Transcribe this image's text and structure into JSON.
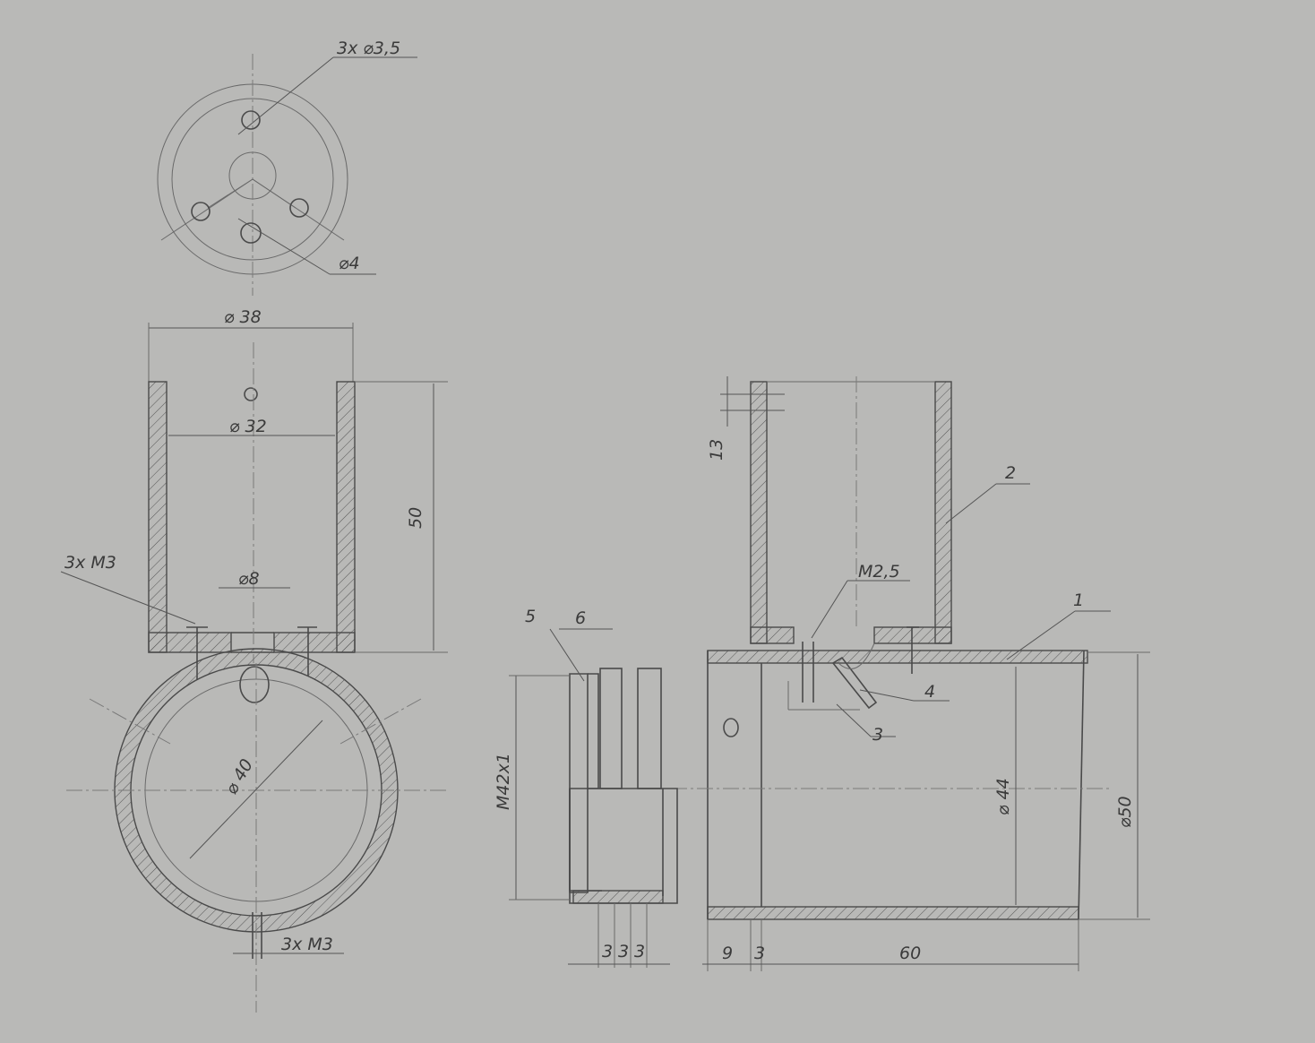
{
  "colors": {
    "paper": "#b9b9b7",
    "pencil": "#4a4a4a"
  },
  "labels": {
    "holes_3x35": "3x ⌀3,5",
    "hole_4": "⌀4",
    "dia_38": "⌀ 38",
    "dia_32": "⌀ 32",
    "len_50": "50",
    "dia_8": "⌀8",
    "thread_3xm3_top": "3x M3",
    "dia_40": "⌀ 40",
    "thread_3xm3_bottom": "3x M3",
    "m2_5": "M2,5",
    "dim_13": "13",
    "part_1": "1",
    "part_2": "2",
    "part_3": "3",
    "part_4": "4",
    "part_5": "5",
    "dim_6": "6",
    "thread_m42": "M42x1",
    "dim_3a": "3",
    "dim_3b": "3",
    "dim_3c": "3",
    "dim_9": "9",
    "dim_3d": "3",
    "dim_60": "60",
    "dia_44": "⌀ 44",
    "dia_50": "⌀50"
  }
}
